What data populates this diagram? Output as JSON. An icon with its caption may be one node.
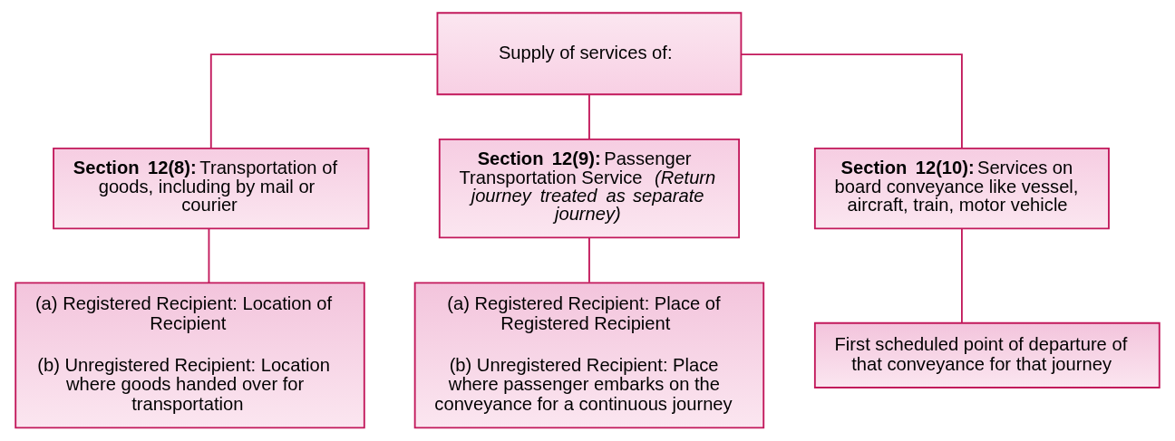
{
  "diagram": {
    "nodes": [
      {
        "text": [
          "Supply of services of:"
        ]
      },
      {
        "text": [
          "**Section 12(8):** Transportation of goods, including by mail or courier"
        ]
      },
      {
        "text": [
          "**Section 12(9):** Passenger Transportation Service *(Return journey treated as separate journey)*"
        ]
      },
      {
        "text": [
          "**Section 12(10):** Services on board conveyance like vessel, aircraft, train, motor vehicle"
        ]
      },
      {
        "text": [
          "(a) Registered Recipient: Location of Recipient",
          "(b) Unregistered Recipient: Location where goods handed over for transportation"
        ]
      },
      {
        "text": [
          "(a) Registered Recipient: Place of Registered Recipient",
          "(b) Unregistered Recipient: Place where passenger embarks on the conveyance for a continuous journey"
        ]
      },
      {
        "text": [
          "First scheduled point of departure of that conveyance for that journey"
        ]
      }
    ],
    "edges": [
      {
        "from": 0,
        "to": 1,
        "arrow": "none"
      },
      {
        "from": 0,
        "to": 2,
        "arrow": "none"
      },
      {
        "from": 0,
        "to": 3,
        "arrow": "none"
      },
      {
        "from": 1,
        "to": 4,
        "arrow": "none"
      },
      {
        "from": 2,
        "to": 5,
        "arrow": "none"
      },
      {
        "from": 3,
        "to": 6,
        "arrow": "none"
      }
    ]
  }
}
